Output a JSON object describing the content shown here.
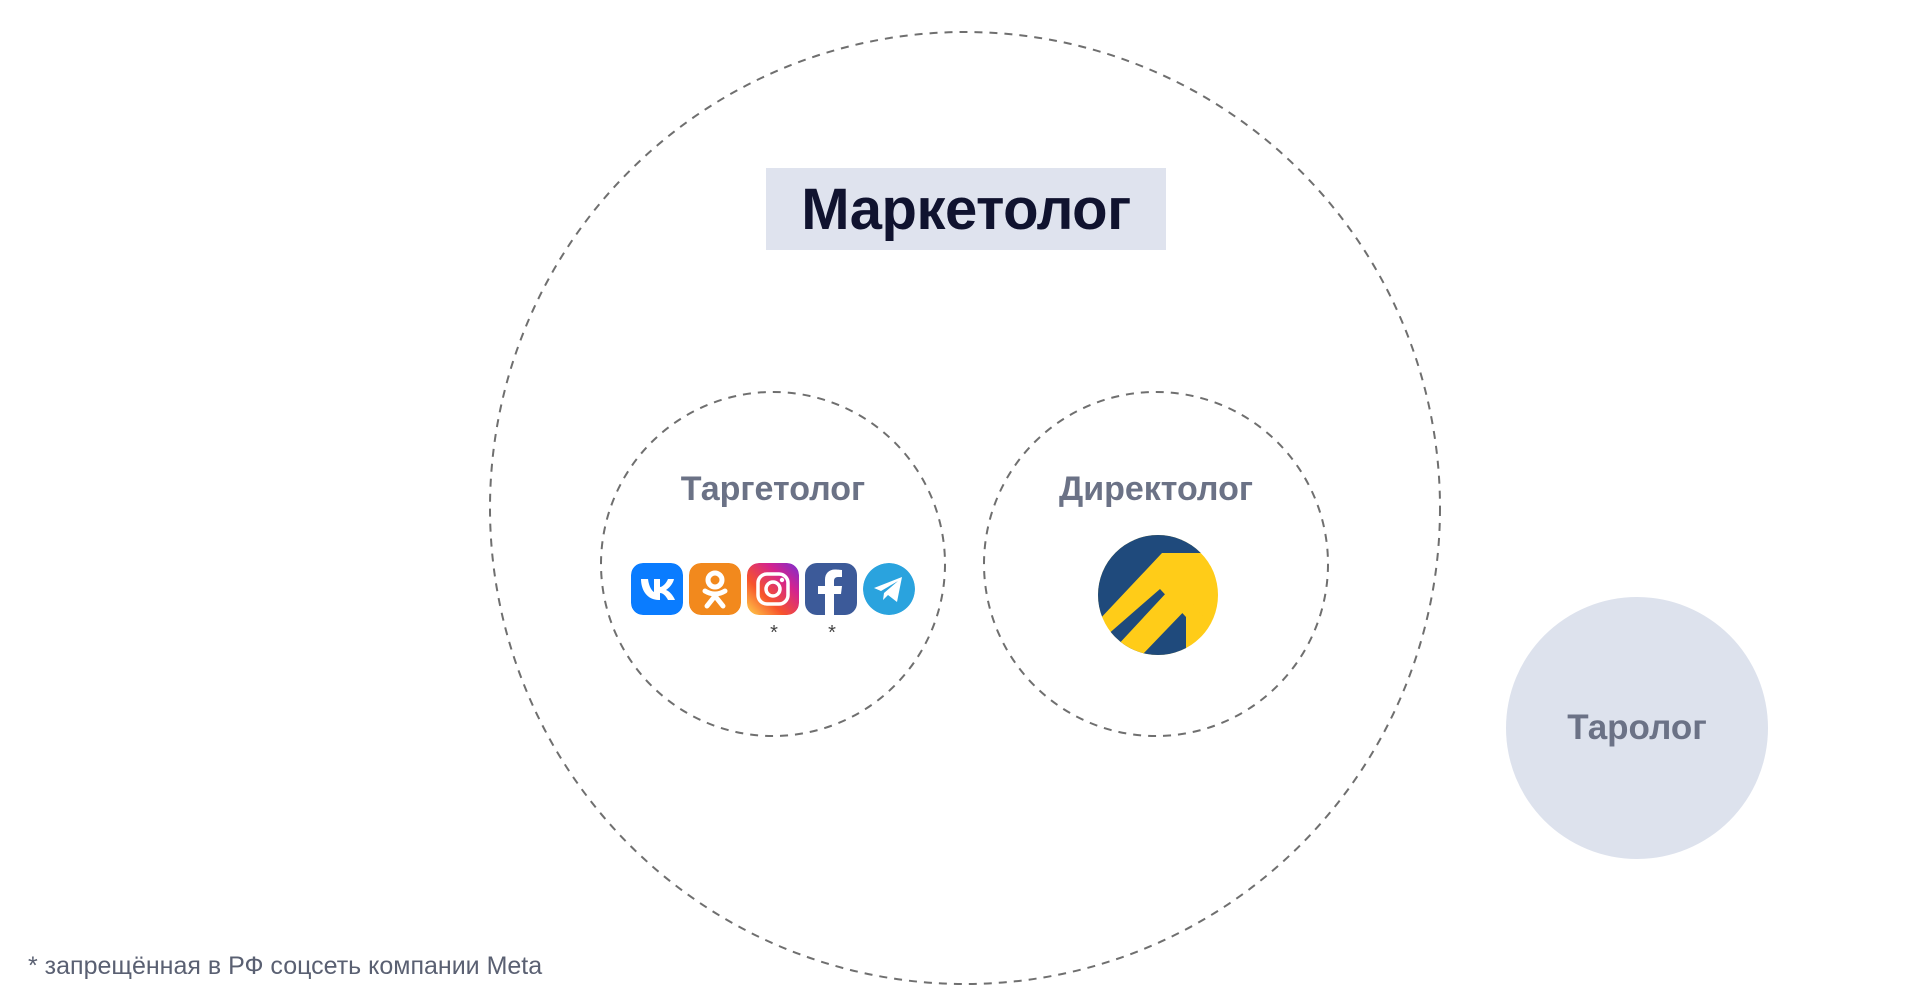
{
  "diagram": {
    "main_label": "Маркетолог",
    "left_circle_label": "Таргетолог",
    "right_circle_label": "Директолог",
    "outside_label": "Таролог",
    "icons": [
      "vk-icon",
      "odnoklassniki-icon",
      "instagram-icon",
      "facebook-icon",
      "telegram-icon"
    ],
    "right_icon": "yandex-direct-icon",
    "asterisk_mark": "*",
    "footnote": "* запрещённая в РФ соцсеть компании Meta"
  },
  "colors": {
    "title_bg": "#dfe3ee",
    "title_text": "#10132f",
    "label_text": "#6b7286",
    "dashed_line": "#6f6f6f",
    "tarolog_fill": "#dde2ed",
    "direct_blue": "#1f4a7c",
    "direct_yellow": "#ffcc18"
  }
}
